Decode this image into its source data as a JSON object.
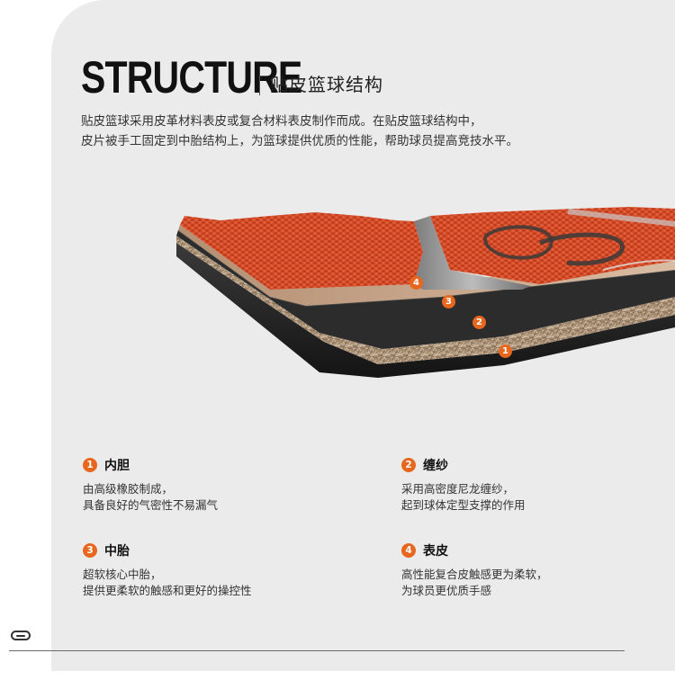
{
  "header": {
    "title_en": "STRUCTURE",
    "title_cn": "贴皮篮球结构"
  },
  "intro": {
    "line1": "贴皮篮球采用皮革材料表皮或复合材料表皮制作而成。在贴皮篮球结构中，",
    "line2": "皮片被手工固定到中胎结构上，为篮球提供优质的性能，帮助球员提高竞技水平。"
  },
  "diagram": {
    "labels": [
      "4",
      "3",
      "2",
      "1"
    ]
  },
  "features": [
    {
      "num": "1",
      "title": "内胆",
      "desc": [
        "由高级橡胶制成，",
        "具备良好的气密性不易漏气"
      ]
    },
    {
      "num": "2",
      "title": "缠纱",
      "desc": [
        "采用高密度尼龙缠纱，",
        "起到球体定型支撑的作用"
      ]
    },
    {
      "num": "3",
      "title": "中胎",
      "desc": [
        "超软核心中胎，",
        "提供更柔软的触感和更好的操控性"
      ]
    },
    {
      "num": "4",
      "title": "表皮",
      "desc": [
        "高性能复合皮触感更为柔软，",
        "为球员更优质手感"
      ]
    }
  ],
  "colors": {
    "accent": "#e8671e",
    "panel": "#ebebeb",
    "leather": "#d9502c",
    "foam": "#c9a68b",
    "rubber": "#1e1e1e",
    "yarn": "#a88f73"
  },
  "icons": {
    "pill": "pill-toggle-icon"
  }
}
